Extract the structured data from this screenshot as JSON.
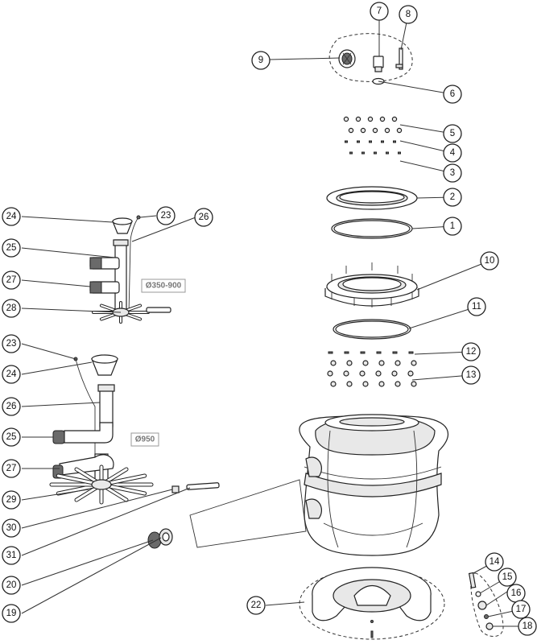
{
  "callouts": [
    "1",
    "2",
    "3",
    "4",
    "5",
    "6",
    "7",
    "8",
    "9",
    "10",
    "11",
    "12",
    "13",
    "14",
    "15",
    "16",
    "17",
    "18",
    "19",
    "20",
    "22",
    "23",
    "24",
    "25",
    "26",
    "27",
    "28",
    "29",
    "30",
    "31"
  ],
  "callouts_repeat": {
    "23b": "23",
    "24b": "24",
    "25b": "25",
    "26b": "26",
    "27b": "27"
  },
  "size_labels": {
    "small": "Ø350-900",
    "large": "Ø950"
  }
}
